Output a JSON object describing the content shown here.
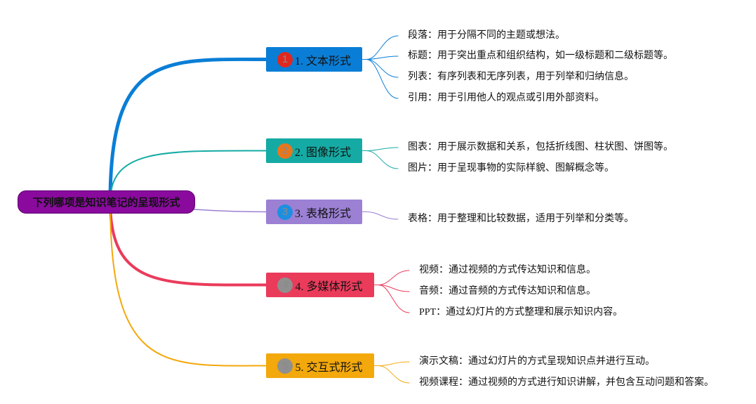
{
  "root": {
    "label": "下列哪项是知识笔记的呈现形式"
  },
  "colors": {
    "root": "#8a0a9e",
    "text": "#111111",
    "badge_text": "#8a8a8a"
  },
  "branches": [
    {
      "number": "1",
      "label": "1. 文本形式",
      "color": "#0a7ed6",
      "badge_color": "#e0281e",
      "leaves": [
        "段落：用于分隔不同的主题或想法。",
        "标题：用于突出重点和组织结构，如一级标题和二级标题等。",
        "列表：有序列表和无序列表，用于列举和归纳信息。",
        "引用：用于引用他人的观点或引用外部资料。"
      ]
    },
    {
      "number": "2",
      "label": "2. 图像形式",
      "color": "#15aba4",
      "badge_color": "#e8761e",
      "leaves": [
        "图表：用于展示数据和关系，包括折线图、柱状图、饼图等。",
        "图片：用于呈现事物的实际样貌、图解概念等。"
      ]
    },
    {
      "number": "3",
      "label": "3. 表格形式",
      "color": "#9b80d4",
      "badge_color": "#1e8fe0",
      "leaves": [
        "表格：用于整理和比较数据，适用于列举和分类等。"
      ]
    },
    {
      "number": "4",
      "label": "4. 多媒体形式",
      "color": "#ea3b5b",
      "badge_color": "#8f8f8f",
      "leaves": [
        "视频：通过视频的方式传达知识和信息。",
        "音频：通过音频的方式传达知识和信息。",
        "PPT：通过幻灯片的方式整理和展示知识内容。"
      ]
    },
    {
      "number": "5",
      "label": "5. 交互式形式",
      "color": "#f3a80c",
      "badge_color": "#8f8f8f",
      "leaves": [
        "演示文稿：通过幻灯片的方式呈现知识点并进行互动。",
        "视频课程：通过视频的方式进行知识讲解，并包含互动问题和答案。"
      ]
    }
  ]
}
